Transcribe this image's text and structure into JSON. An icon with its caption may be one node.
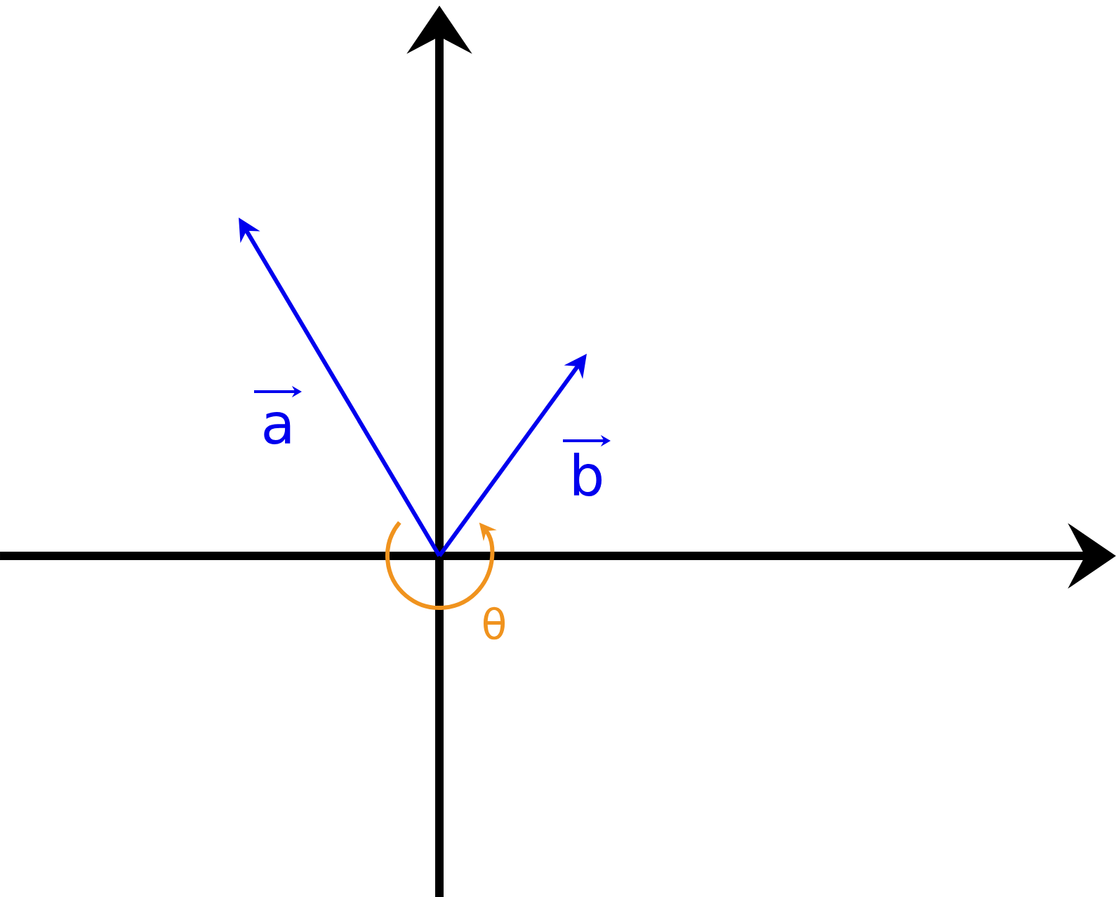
{
  "diagram": {
    "labels": [
      "a",
      "b",
      "θ"
    ]
  }
}
